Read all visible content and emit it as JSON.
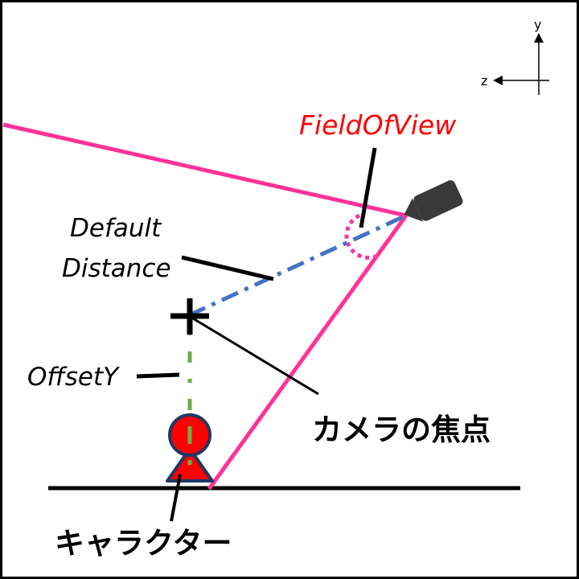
{
  "axes": {
    "y_label": "y",
    "z_label": "z"
  },
  "labels": {
    "field_of_view": "FieldOfView",
    "default_distance_line1": "Default",
    "default_distance_line2": "Distance",
    "offset_y": "OffsetY",
    "focus_point": "カメラの焦点",
    "character": "キャラクター"
  },
  "colors": {
    "frustum": "#ff3399",
    "distance": "#4472c4",
    "offset": "#70ad47",
    "fov_label": "#ff0000",
    "character_fill": "#ff0000",
    "character_outline": "#1f3864",
    "camera": "#3a3a3a"
  }
}
